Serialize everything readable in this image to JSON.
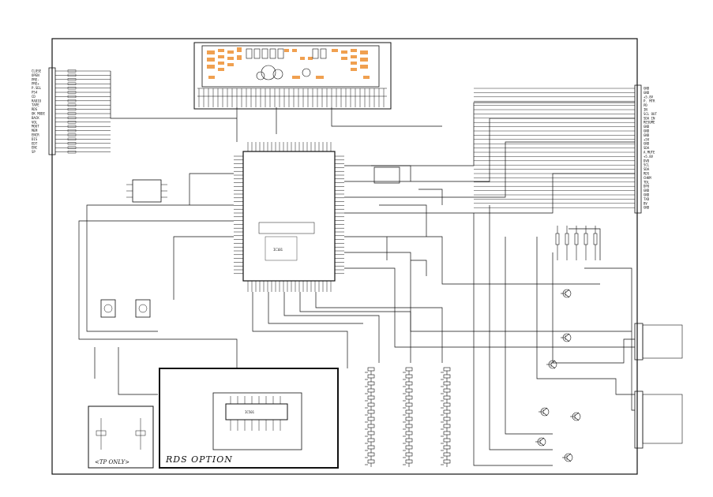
{
  "schematic": {
    "rds_label": "RDS OPTION",
    "tp_only_label": "<TP ONLY>",
    "left_connector_pins": [
      "CLOSE",
      "OPEN",
      "PRE-",
      "PRE+",
      "P.SEL",
      "PS4",
      "CD",
      "RADIO",
      "TAPE",
      "RDS",
      "OK MODE",
      "BACK",
      "VOL",
      "MOUT",
      "MEM",
      "ENCR",
      "DIS",
      "EDT",
      "ENC",
      "SP"
    ],
    "right_connector_pins": [
      "GND",
      "GND",
      "+5.8V",
      "P. MTR",
      "PD",
      "IN",
      "SCL OUT",
      "SDA IN",
      "RESUME",
      "GND",
      "GND",
      "GND",
      "+5V",
      "GND",
      "SDA",
      "A.MUTE",
      "+5.8V",
      "DVD",
      "SCL",
      "SDA",
      "RDS",
      "CHKM",
      "TDL",
      "DPO",
      "GND",
      "GND",
      "TXD",
      "BV",
      "GND"
    ],
    "mcu_label": "IC101",
    "rds_ic_label": "IC501"
  },
  "colors": {
    "line": "#111111",
    "display_orange": "#f0a050",
    "background": "#ffffff"
  }
}
